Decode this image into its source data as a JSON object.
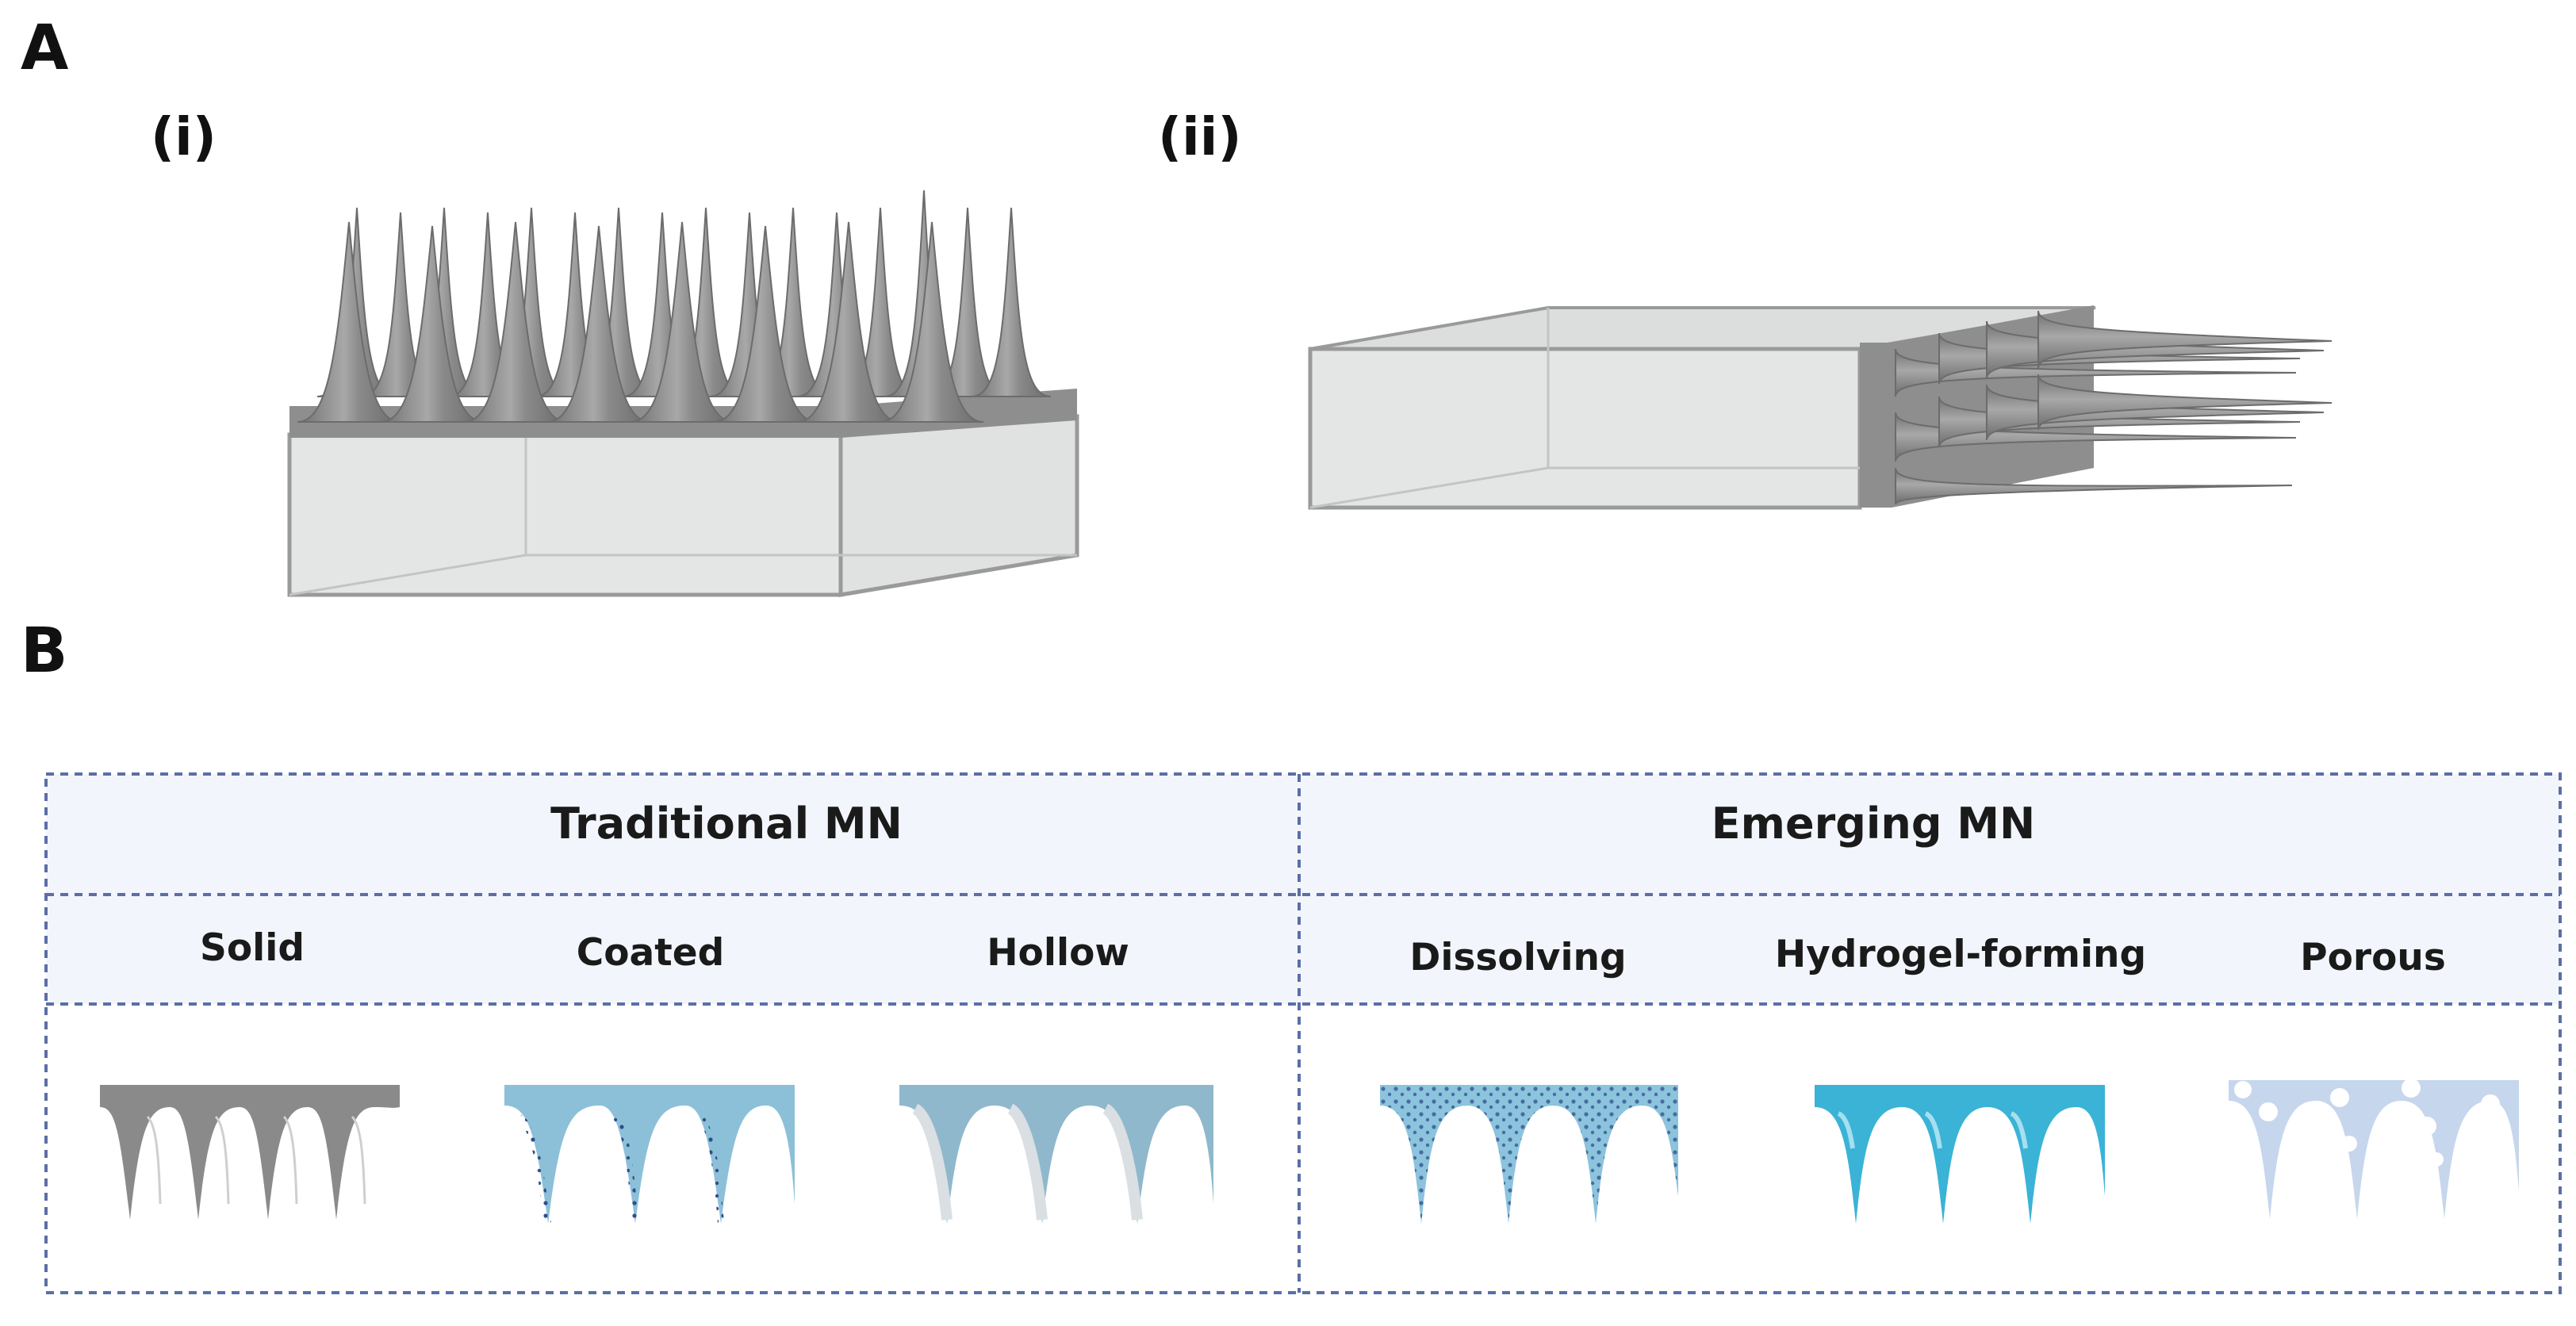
{
  "panel_a": {
    "letter": "A",
    "sub_i": "(i)",
    "sub_ii": "(ii)"
  },
  "panel_b": {
    "letter": "B",
    "groups": [
      {
        "title": "Traditional MN",
        "types": [
          "Solid",
          "Coated",
          "Hollow"
        ]
      },
      {
        "title": "Emerging MN",
        "types": [
          "Dissolving",
          "Hydrogel-forming",
          "Porous"
        ]
      }
    ]
  },
  "colors": {
    "box_face": "#e4e5e5",
    "box_edge": "#9a9a9a",
    "needle_gray": "#8c8c8c",
    "table_fill": "#f2f5fb",
    "table_border": "#5b6fa6",
    "coated_blue": "#7ab3cf",
    "hollow_blue": "#88b3c9",
    "dissolving_blue": "#8cc3dd",
    "hydrogel_blue": "#3ab3d6",
    "porous_blue": "#c3d3ea"
  }
}
